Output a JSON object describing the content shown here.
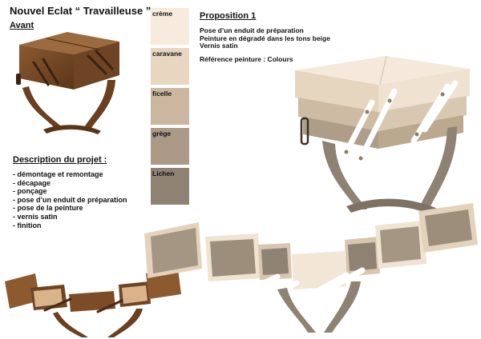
{
  "title": "Nouvel Eclat “ Travailleuse ”",
  "before_label": "Avant",
  "description": {
    "heading": "Description du projet :",
    "steps": [
      "- démontage et remontage",
      "- décapage",
      "- ponçage",
      "- pose d’un enduit de préparation",
      "- pose de la peinture",
      "- vernis satin",
      "- finition"
    ]
  },
  "swatches": [
    {
      "name": "crème",
      "color": "#f6ebdc"
    },
    {
      "name": "caravane",
      "color": "#e7d6c0"
    },
    {
      "name": "ficelle",
      "color": "#cbb79f"
    },
    {
      "name": "grège",
      "color": "#aa9a86"
    },
    {
      "name": "Lichen",
      "color": "#8e8273"
    }
  ],
  "proposal": {
    "heading": "Proposition 1",
    "lines": [
      "Pose d’un enduit de préparation",
      "Peinture en dégradé dans les tons beige",
      "Vernis satin"
    ],
    "reference": "Référence peinture : Colours"
  }
}
